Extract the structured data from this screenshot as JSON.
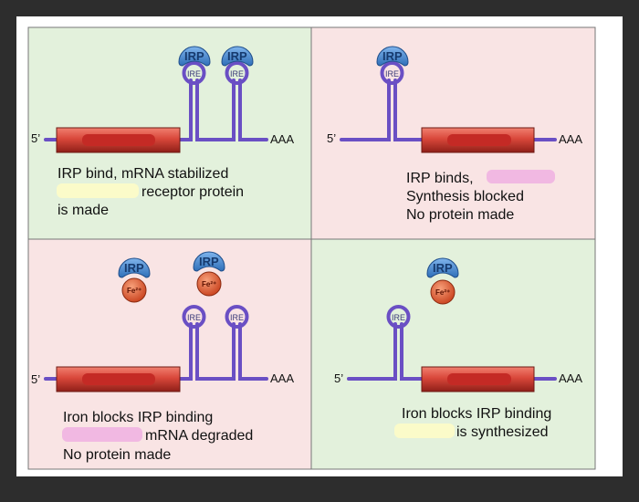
{
  "labels": {
    "five_prime": "5’",
    "poly_a": "AAA",
    "irp": "IRP",
    "ire": "IRE",
    "fe": "Fe²⁺"
  },
  "panels": {
    "top_left": {
      "background": "#e3f1dc",
      "line1": "IRP bind, mRNA stabilized",
      "line2": "receptor protein",
      "line3": "is made"
    },
    "top_right": {
      "background": "#f9e4e4",
      "line1": "IRP binds,",
      "line2": "Synthesis blocked",
      "line3": "No protein made"
    },
    "bottom_left": {
      "background": "#f9e4e4",
      "line1": "Iron blocks IRP binding",
      "line2": "mRNA degraded",
      "line3": "No protein made"
    },
    "bottom_right": {
      "background": "#e3f1dc",
      "line1": "Iron blocks IRP binding",
      "line2": "is synthesized"
    }
  },
  "colors": {
    "mrna_line": "#6a4fc4",
    "coding_box": "#d9473a",
    "irp_cap": "#4d8fd6",
    "fe_ball": "#e8643a",
    "redact_yellow": "#fbfbc9",
    "redact_pink": "#f1b8e2"
  }
}
